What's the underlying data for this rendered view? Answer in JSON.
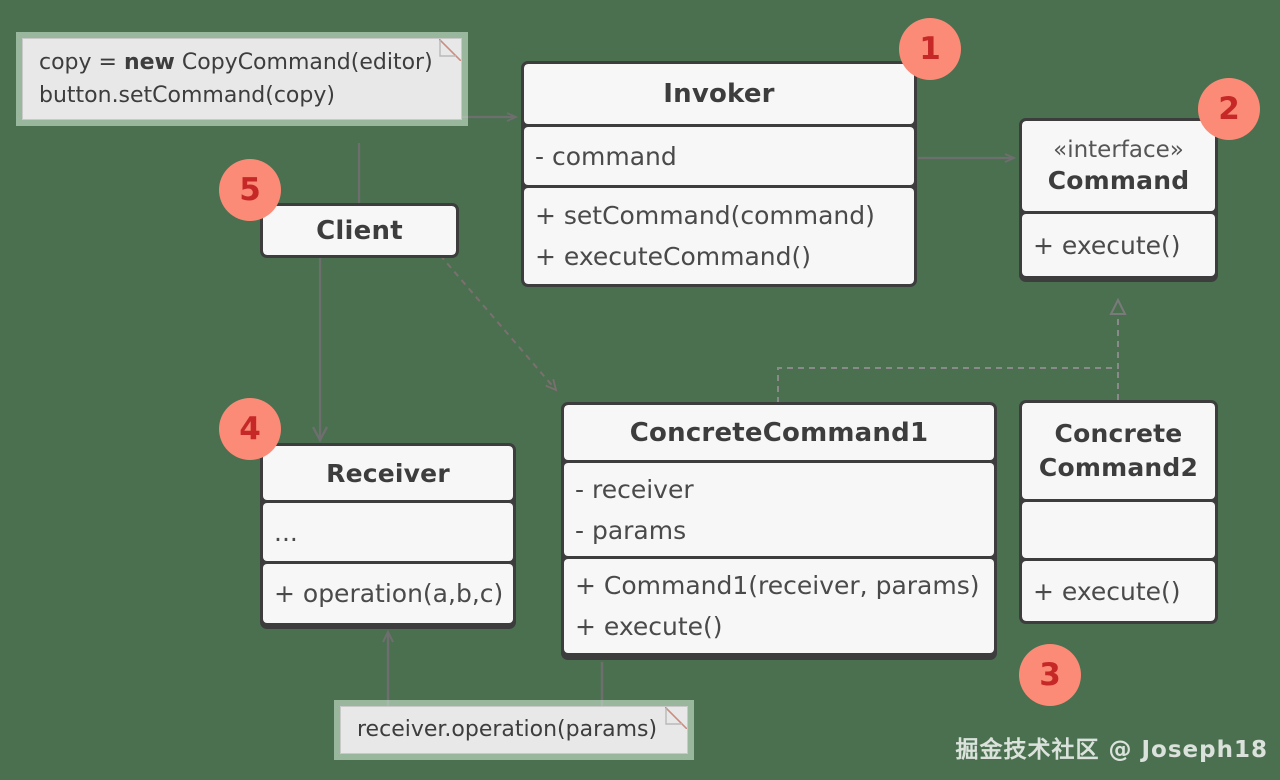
{
  "diagram": {
    "title": "Command Pattern UML Class Diagram",
    "background_color": "#4a7050",
    "box_fill": "#f7f7f7",
    "box_border": "#3d3d3d",
    "note_fill": "#e8e8e8",
    "badge_fill": "#fb8a76",
    "badge_text_color": "#c62828",
    "connector_color": "#6e6e6e"
  },
  "classes": {
    "invoker": {
      "name": "Invoker",
      "attributes": [
        "- command"
      ],
      "methods": [
        "+ setCommand(command)",
        "+ executeCommand()"
      ]
    },
    "command": {
      "stereotype": "«interface»",
      "name": "Command",
      "methods": [
        "+ execute()"
      ]
    },
    "client": {
      "name": "Client"
    },
    "receiver": {
      "name": "Receiver",
      "attributes": [
        "..."
      ],
      "methods": [
        "+ operation(a,b,c)"
      ]
    },
    "concrete_command_1": {
      "name": "ConcreteCommand1",
      "attributes": [
        "- receiver",
        "- params"
      ],
      "methods": [
        "+ Command1(receiver, params)",
        "+ execute()"
      ]
    },
    "concrete_command_2": {
      "name_line1": "Concrete",
      "name_line2": "Command2",
      "attributes": [
        ""
      ],
      "methods": [
        "+ execute()"
      ]
    }
  },
  "notes": {
    "client_note": {
      "line1_pre": "copy = ",
      "line1_bold": "new",
      "line1_post": " CopyCommand(editor)",
      "line2": "button.setCommand(copy)"
    },
    "execute_note": {
      "text": "receiver.operation(params)"
    }
  },
  "badges": [
    {
      "label": "1"
    },
    {
      "label": "2"
    },
    {
      "label": "3"
    },
    {
      "label": "4"
    },
    {
      "label": "5"
    }
  ],
  "watermark": {
    "text": "掘金技术社区 @ Joseph18"
  }
}
